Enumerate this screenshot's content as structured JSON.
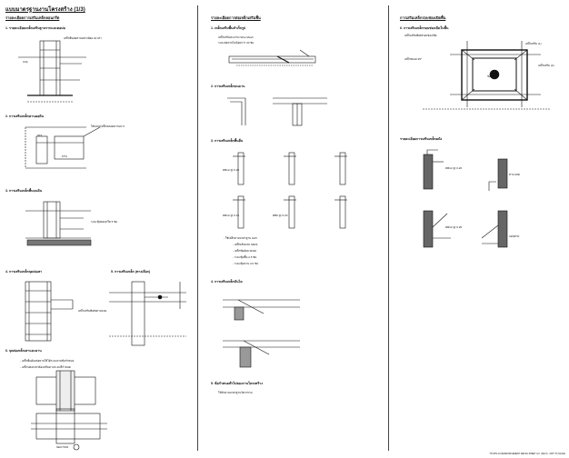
{
  "doc": {
    "title": "แบบมาตรฐานงานโครงสร้าง (1/3)",
    "footer": "TH-STD-01 REINFORCEMENT DETAIL SHEET 1/3 · REV.A · NOT TO SCALE"
  },
  "col1": {
    "header": "รายละเอียดการเสริมเหล็กคอนกรีต",
    "steps": [
      "1. รายละเอียดเหล็กเสริมฐานรากและตอม่อ",
      "2. การเสริมเหล็กคานคอดิน",
      "3. การเสริมเหล็กพื้นบนดิน",
      "4. การเสริมเหล็กจุดต่อเสา",
      "5. การเสริมเหล็ก (ทางเลือก)",
      "6. จุดต่อเหล็กเสาและคาน"
    ],
    "notes": [
      "เหล็กยืนต่อทาบอย่างน้อย 40 เท่า",
      "ใส่ปลอกเหล็กตลอดความยาว",
      "ระยะหุ้มคอนกรีต 5 ซม.",
      "เหล็กเสริมพิเศษตามแบบ",
      "- เหล็กยืนต้องต่อทาบให้ได้ระยะตามข้อกำหนด",
      "- เหล็กปลอกเสาต้องเสริมตามระยะที่กำหนด"
    ],
    "labels": [
      "ST1",
      "FTG",
      "COL",
      "PLAN",
      "SECTION"
    ]
  },
  "col2": {
    "header": "รายละเอียดการต่อเหล็กเสริมพื้น",
    "steps": [
      "1. เหล็กเสริมพื้นสำเร็จรูป",
      "2. การเสริมเหล็กบนคาน",
      "3. การเสริมเหล็กพื้นยื่น",
      "4. การเสริมเหล็กบันได",
      "5. ข้อกำหนดทั่วไปของงานโครงสร้าง"
    ],
    "notes": [
      "เหล็กเสริมตะแกรง Wire Mesh",
      "ระยะต่อทาบไม่น้อยกว่า 30 ซม.",
      "DB12 @ 0.20",
      "DB12 @ 0.15",
      "RB9 @ 0.20",
      "- ใช้เหล็กตามมาตรฐาน มอก.",
      "- เหล็กเส้นกลม SR24",
      "- เหล็กข้ออ้อย SD40",
      "- ระยะหุ้มพื้น 2.5 ซม.",
      "- ระยะหุ้มคาน 3.0 ซม.",
      "ให้ทำตามมาตรฐานวิศวกรรม"
    ]
  },
  "col3": {
    "header": "การเสริมเหล็กรอบช่องเปิดพื้น",
    "steps": [
      "6. การเสริมเหล็กรอบช่องเปิดในพื้น",
      "รายละเอียดการเสริมเหล็กผนัง"
    ],
    "notes": [
      "เหล็กเสริมพิเศษรอบช่องเปิด",
      "เหล็กเสริม (1)",
      "เหล็กเสริม (2)",
      "เหล็กทแยง 45°",
      "ช่องเปิด",
      "DB12 @ 0.20",
      "DB12 @ 0.25",
      "ทาบ 40D",
      "แผ่นทาบ"
    ]
  }
}
